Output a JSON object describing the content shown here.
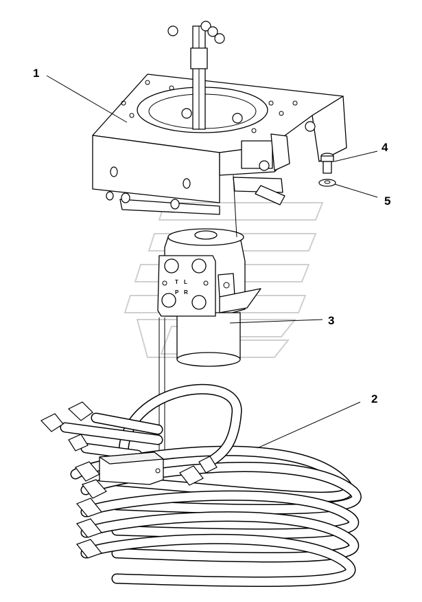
{
  "callouts": [
    {
      "id": "1",
      "label": "1"
    },
    {
      "id": "2",
      "label": "2"
    },
    {
      "id": "3",
      "label": "3"
    },
    {
      "id": "4",
      "label": "4"
    },
    {
      "id": "5",
      "label": "5"
    }
  ],
  "port_labels": {
    "t": "T",
    "l": "L",
    "p": "P",
    "r": "R"
  }
}
